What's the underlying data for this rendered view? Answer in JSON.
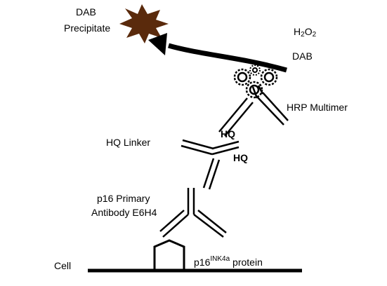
{
  "labels": {
    "dab_precipitate_line1": "DAB",
    "dab_precipitate_line2": "Precipitate",
    "h2o2_h1": "H",
    "h2o2_sub1": "2",
    "h2o2_o": "O",
    "h2o2_sub2": "2",
    "dab": "DAB",
    "hrp_multimer": "HRP Multimer",
    "hq_upper": "HQ",
    "hq_linker": "HQ Linker",
    "hq_lower": "HQ",
    "primary_line1": "p16 Primary",
    "primary_line2": "Antibody E6H4",
    "cell": "Cell",
    "protein_prefix": "p16",
    "protein_sup": "INK4a",
    "protein_suffix": " protein"
  },
  "colors": {
    "precipitate": "#5a2a0c",
    "line": "#000000",
    "background": "#ffffff"
  },
  "icons": {
    "precipitate": "starburst-icon",
    "hrp": "gear-icon",
    "arrow": "curved-arrow-icon"
  }
}
